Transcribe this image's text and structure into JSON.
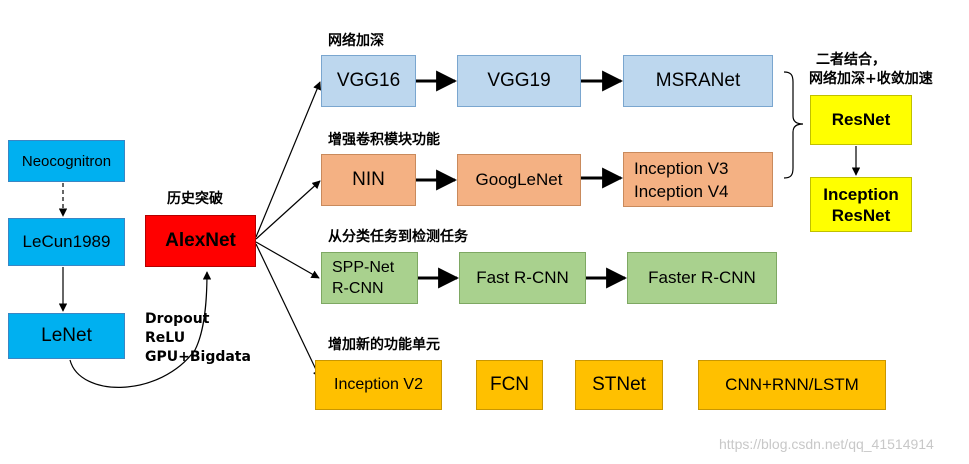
{
  "nodes": {
    "neocognitron": "Neocognitron",
    "lecun1989": "LeCun1989",
    "lenet": "LeNet",
    "alexnet": "AlexNet",
    "vgg16": "VGG16",
    "vgg19": "VGG19",
    "msranet": "MSRANet",
    "nin": "NIN",
    "googlenet": "GoogLeNet",
    "inception_v3": "Inception V3",
    "inception_v4": "Inception V4",
    "sppnet": "SPP-Net",
    "rcnn": "R-CNN",
    "fast_rcnn": "Fast R-CNN",
    "faster_rcnn": "Faster R-CNN",
    "inception_v2": "Inception V2",
    "fcn": "FCN",
    "stnet": "STNet",
    "cnn_rnn_lstm": "CNN+RNN/LSTM",
    "resnet": "ResNet",
    "inception_resnet_1": "Inception",
    "inception_resnet_2": "ResNet"
  },
  "labels": {
    "breakthrough": "历史突破",
    "deeper": "网络加深",
    "conv_module": "增强卷积模块功能",
    "cls_to_det": "从分类任务到检测任务",
    "new_units": "增加新的功能单元",
    "combine_1": "二者结合，",
    "combine_2": "网络加深+收敛加速",
    "dropout": "Dropout",
    "relu": "ReLU",
    "gpu": "GPU+Bigdata"
  },
  "watermark": "https://blog.csdn.net/qq_41514914"
}
